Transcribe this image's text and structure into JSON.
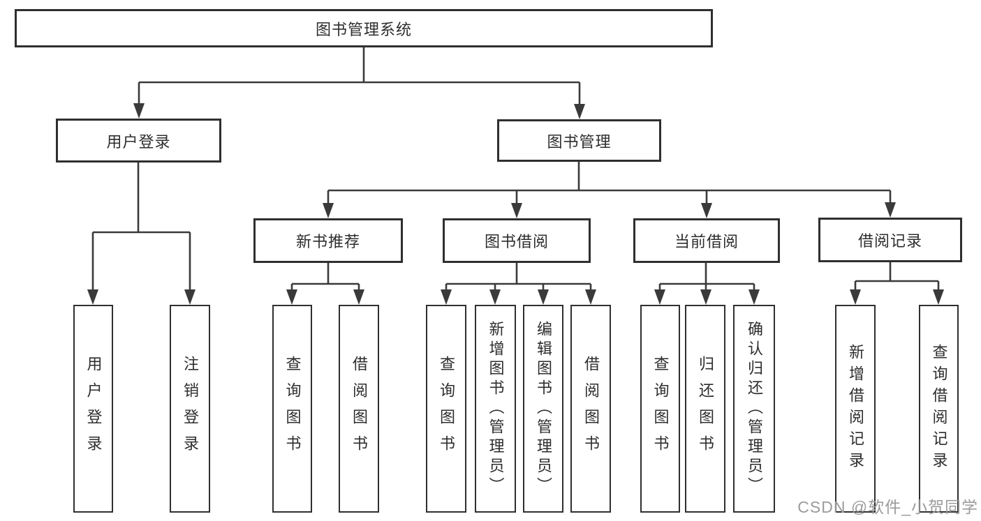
{
  "diagram_title": "图书管理系统",
  "colors": {
    "line": "#3a3a3a",
    "box_border": "#2f2f2f",
    "text": "#2d2d2d",
    "background": "#ffffff",
    "watermark": "#9b9b9b"
  },
  "tree": {
    "label": "图书管理系统",
    "children": [
      {
        "label": "用户登录",
        "children": [
          {
            "label": "用户登录"
          },
          {
            "label": "注销登录"
          }
        ]
      },
      {
        "label": "图书管理",
        "children": [
          {
            "label": "新书推荐",
            "children": [
              {
                "label": "查询图书"
              },
              {
                "label": "借阅图书"
              }
            ]
          },
          {
            "label": "图书借阅",
            "children": [
              {
                "label": "查询图书"
              },
              {
                "label": "新增图书（管理员）"
              },
              {
                "label": "编辑图书（管理员）"
              },
              {
                "label": "借阅图书"
              }
            ]
          },
          {
            "label": "当前借阅",
            "children": [
              {
                "label": "查询图书"
              },
              {
                "label": "归还图书"
              },
              {
                "label": "确认归还（管理员）"
              }
            ]
          },
          {
            "label": "借阅记录",
            "children": [
              {
                "label": "新增借阅记录"
              },
              {
                "label": "查询借阅记录"
              }
            ]
          }
        ]
      }
    ]
  },
  "watermark": {
    "text": "CSDN @软件_小贺同学"
  }
}
